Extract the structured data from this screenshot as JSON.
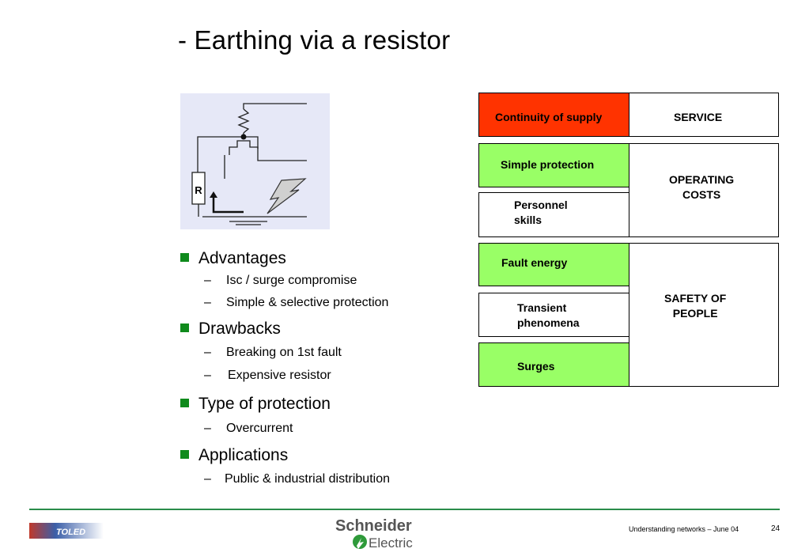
{
  "slide": {
    "title": "- Earthing via a resistor"
  },
  "diagram": {
    "resistor_label": "R"
  },
  "bullets": [
    {
      "label": "Advantages",
      "items": [
        "Isc / surge compromise",
        "Simple & selective protection"
      ]
    },
    {
      "label": "Drawbacks",
      "items": [
        "Breaking on 1st fault",
        "Expensive resistor"
      ]
    },
    {
      "label": "Type of protection",
      "items": [
        "Overcurrent"
      ]
    },
    {
      "label": "Applications",
      "items": [
        "Public & industrial distribution"
      ]
    }
  ],
  "table": {
    "continuity": "Continuity of supply",
    "service": "SERVICE",
    "simple_protection": "Simple protection",
    "personnel_skills": "Personnel\nskills",
    "operating_costs": "OPERATING\nCOSTS",
    "fault_energy": "Fault energy",
    "transient": "Transient\nphenomena",
    "surges": "Surges",
    "safety": "SAFETY OF\nPEOPLE"
  },
  "footer": {
    "left_logo_text": "TOLED",
    "brand_line1": "Schneider",
    "brand_line2": "Electric",
    "caption": "Understanding networks – June 04",
    "page_number": "24"
  },
  "colors": {
    "red_cell": "#ff3300",
    "green_cell": "#99ff66",
    "bullet_square": "#0f8a1c",
    "footer_line": "#2a8c4a",
    "diagram_bg": "#e6e8f7"
  }
}
